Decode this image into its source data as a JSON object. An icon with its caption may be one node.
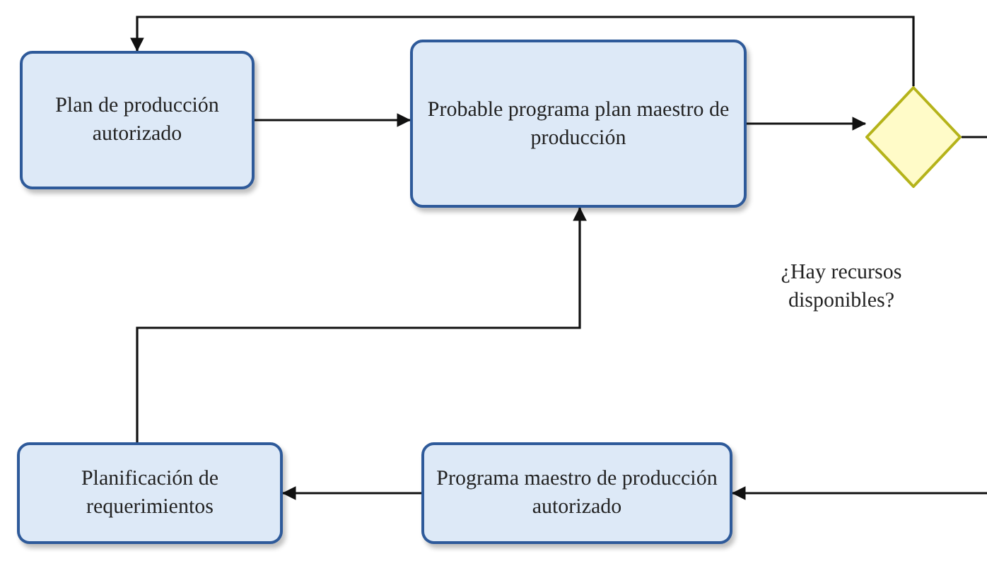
{
  "diagram": {
    "nodes": [
      {
        "text": [
          "Plan de producción autorizado"
        ]
      },
      {
        "text": [
          "Probable programa plan maestro de producción"
        ]
      },
      {
        "text": [],
        "shape": "diamond",
        "beside": [
          "¿Hay recursos disponibles?"
        ]
      },
      {
        "text": [
          "Programa maestro de producción autorizado"
        ]
      },
      {
        "text": [
          "Planificación de requerimientos"
        ]
      }
    ],
    "edges": [
      {
        "from": 0,
        "to": 1,
        "arrow": "to"
      },
      {
        "from": 1,
        "to": 2,
        "arrow": "to"
      },
      {
        "from": 2,
        "to": 0,
        "arrow": "to"
      },
      {
        "from": 2,
        "to": null,
        "arrow": "none"
      },
      {
        "from": null,
        "to": 3,
        "arrow": "to"
      },
      {
        "from": 3,
        "to": 4,
        "arrow": "to"
      },
      {
        "from": 4,
        "to": 1,
        "arrow": "to"
      }
    ]
  }
}
